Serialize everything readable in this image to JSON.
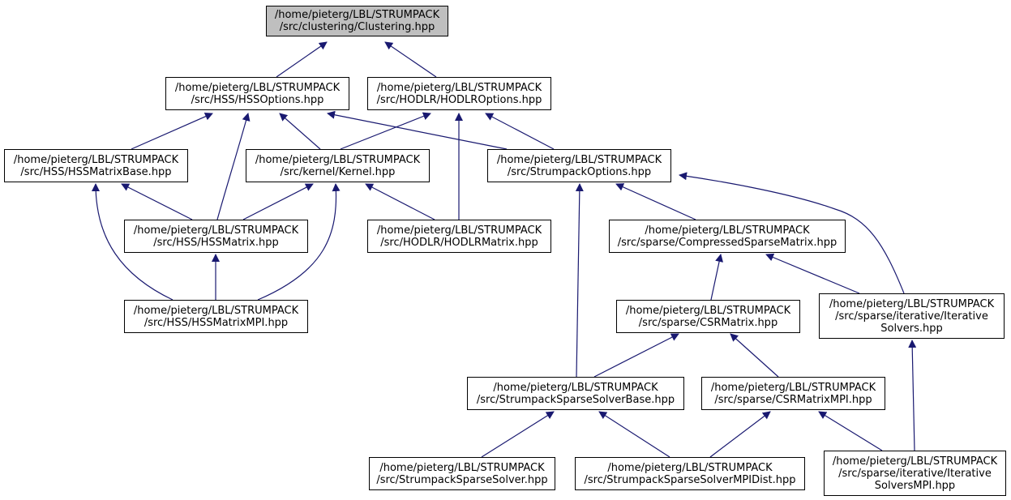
{
  "colors": {
    "edge": "#191970",
    "node_border": "#000000",
    "current_fill": "#bfbfbf"
  },
  "nodes": {
    "clustering": [
      "/home/pieterg/LBL/STRUMPACK",
      "/src/clustering/Clustering.hpp"
    ],
    "hssoptions": [
      "/home/pieterg/LBL/STRUMPACK",
      "/src/HSS/HSSOptions.hpp"
    ],
    "hodlroptions": [
      "/home/pieterg/LBL/STRUMPACK",
      "/src/HODLR/HODLROptions.hpp"
    ],
    "hssmatrixbase": [
      "/home/pieterg/LBL/STRUMPACK",
      "/src/HSS/HSSMatrixBase.hpp"
    ],
    "kernel": [
      "/home/pieterg/LBL/STRUMPACK",
      "/src/kernel/Kernel.hpp"
    ],
    "strumpackoptions": [
      "/home/pieterg/LBL/STRUMPACK",
      "/src/StrumpackOptions.hpp"
    ],
    "hssmatrix": [
      "/home/pieterg/LBL/STRUMPACK",
      "/src/HSS/HSSMatrix.hpp"
    ],
    "hodlrmatrix": [
      "/home/pieterg/LBL/STRUMPACK",
      "/src/HODLR/HODLRMatrix.hpp"
    ],
    "compressedsparse": [
      "/home/pieterg/LBL/STRUMPACK",
      "/src/sparse/CompressedSparseMatrix.hpp"
    ],
    "hssmatrixmpi": [
      "/home/pieterg/LBL/STRUMPACK",
      "/src/HSS/HSSMatrixMPI.hpp"
    ],
    "csrmatrix": [
      "/home/pieterg/LBL/STRUMPACK",
      "/src/sparse/CSRMatrix.hpp"
    ],
    "iterativesolvers": [
      "/home/pieterg/LBL/STRUMPACK",
      "/src/sparse/iterative/Iterative",
      "Solvers.hpp"
    ],
    "sparsesolverbase": [
      "/home/pieterg/LBL/STRUMPACK",
      "/src/StrumpackSparseSolverBase.hpp"
    ],
    "csrmatrixmpi": [
      "/home/pieterg/LBL/STRUMPACK",
      "/src/sparse/CSRMatrixMPI.hpp"
    ],
    "sparsesolver": [
      "/home/pieterg/LBL/STRUMPACK",
      "/src/StrumpackSparseSolver.hpp"
    ],
    "sparsesolvermpidist": [
      "/home/pieterg/LBL/STRUMPACK",
      "/src/StrumpackSparseSolverMPIDist.hpp"
    ],
    "iterativesolversmpi": [
      "/home/pieterg/LBL/STRUMPACK",
      "/src/sparse/iterative/Iterative",
      "SolversMPI.hpp"
    ]
  }
}
